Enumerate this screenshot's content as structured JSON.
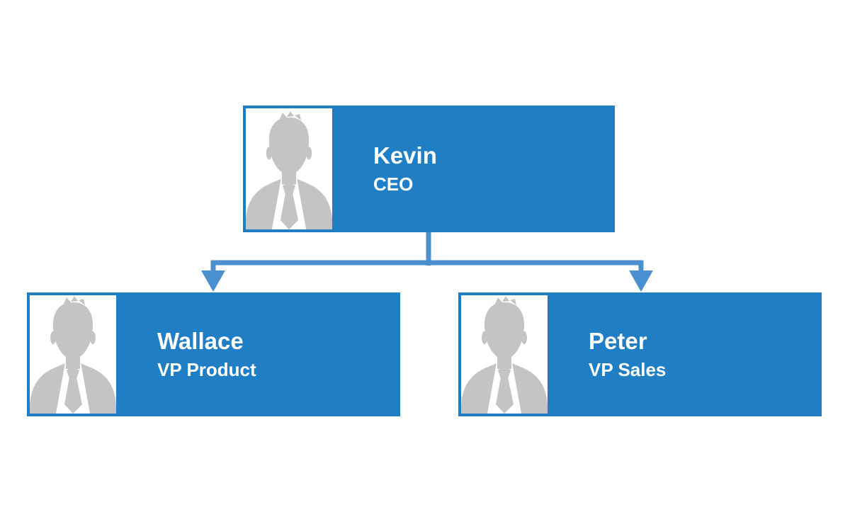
{
  "theme": {
    "canvas-bg": "#ffffff",
    "node-fill": "#207ec4",
    "connector-color": "#4a8fd0",
    "photo-bg": "#ffffff",
    "silhouette-color": "#c2c4c6",
    "text-color": "#ffffff"
  },
  "org_chart": {
    "nodes": [
      {
        "id": "ceo",
        "name": "Kevin",
        "title": "CEO",
        "photo_icon": "person-silhouette"
      },
      {
        "id": "vp-product",
        "name": "Wallace",
        "title": "VP Product",
        "photo_icon": "person-silhouette",
        "reports_to": "Kevin"
      },
      {
        "id": "vp-sales",
        "name": "Peter",
        "title": "VP Sales",
        "photo_icon": "person-silhouette",
        "reports_to": "Kevin"
      }
    ],
    "edges": [
      {
        "from": "ceo",
        "to": "vp-product",
        "style": "elbow-arrow-down"
      },
      {
        "from": "ceo",
        "to": "vp-sales",
        "style": "elbow-arrow-down"
      }
    ]
  }
}
